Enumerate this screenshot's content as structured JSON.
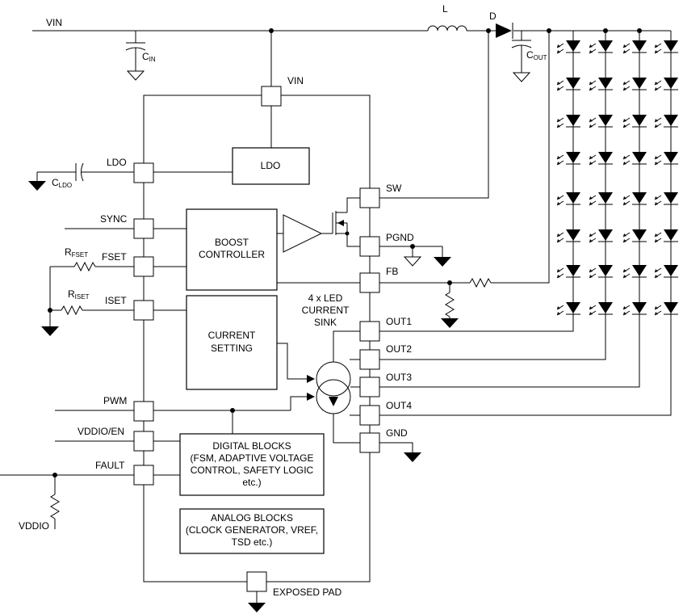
{
  "labels": {
    "vin_rail": "VIN",
    "inductor": "L",
    "diode": "D",
    "cin": "C",
    "cin_sub": "IN",
    "cout": "C",
    "cout_sub": "OUT",
    "vin_pin": "VIN",
    "ldo_pin": "LDO",
    "cldo": "C",
    "cldo_sub": "LDO",
    "sw": "SW",
    "pgnd": "PGND",
    "fb": "FB",
    "sync": "SYNC",
    "fset": "FSET",
    "rfset": "R",
    "rfset_sub": "FSET",
    "iset": "ISET",
    "riset": "R",
    "riset_sub": "ISET",
    "out1": "OUT1",
    "out2": "OUT2",
    "out3": "OUT3",
    "out4": "OUT4",
    "gnd": "GND",
    "pwm": "PWM",
    "vddio_en": "VDDIO/EN",
    "fault": "FAULT",
    "vddio": "VDDIO",
    "exposed_pad": "EXPOSED PAD",
    "sink_1": "4 x LED",
    "sink_2": "CURRENT",
    "sink_3": "SINK"
  },
  "blocks": {
    "ldo": "LDO",
    "boost_1": "BOOST",
    "boost_2": "CONTROLLER",
    "current_1": "CURRENT",
    "current_2": "SETTING",
    "digital_1": "DIGITAL BLOCKS",
    "digital_2": "(FSM, ADAPTIVE VOLTAGE",
    "digital_3": "CONTROL, SAFETY LOGIC",
    "digital_4": "etc.)",
    "analog_1": "ANALOG BLOCKS",
    "analog_2": "(CLOCK GENERATOR, VREF,",
    "analog_3": "TSD etc.)"
  }
}
